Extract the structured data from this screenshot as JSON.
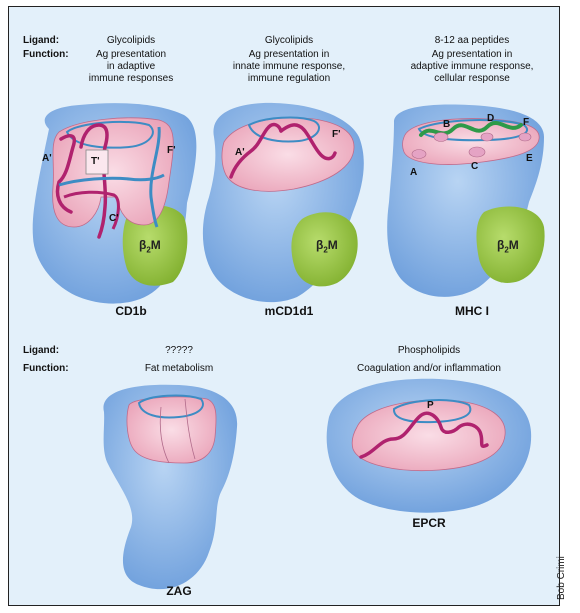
{
  "row1": {
    "ligand_hdr": "Ligand:",
    "function_hdr": "Function:",
    "columns": [
      {
        "ligand": "Glycolipids",
        "function": [
          "Ag presentation",
          "in adaptive",
          "immune responses"
        ],
        "name": "CD1b"
      },
      {
        "ligand": "Glycolipids",
        "function": [
          "Ag presentation in",
          "innate immune response,",
          "immune regulation"
        ],
        "name": "mCD1d1"
      },
      {
        "ligand": "8-12 aa peptides",
        "function": [
          "Ag presentation in",
          "adaptive immune response,",
          "cellular response"
        ],
        "name": "MHC I"
      }
    ]
  },
  "row2": {
    "ligand_hdr": "Ligand:",
    "function_hdr": "Function:",
    "columns": [
      {
        "ligand": "?????",
        "function": "Fat metabolism",
        "name": "ZAG"
      },
      {
        "ligand": "Phospholipids",
        "function": "Coagulation and/or inflammation",
        "name": "EPCR"
      }
    ]
  },
  "pocket_labels": {
    "cd1b": [
      "A'",
      "T'",
      "F'",
      "C'"
    ],
    "mcd1d1": [
      "A'",
      "F'"
    ],
    "mhc1": [
      "B",
      "D",
      "F",
      "A",
      "C",
      "E"
    ],
    "epcr": [
      "P"
    ]
  },
  "b2m": {
    "beta": "β",
    "sub": "2",
    "m": "M"
  },
  "credit": "Bob Crimi",
  "colors": {
    "panel": "#e3f0fa",
    "protein": "#84aee4",
    "groove": "#f1b9c8",
    "helix": "#b0226e",
    "outline": "#3d8cc4",
    "b2m": "#8fbf3a",
    "peptide": "#2e9a48"
  }
}
